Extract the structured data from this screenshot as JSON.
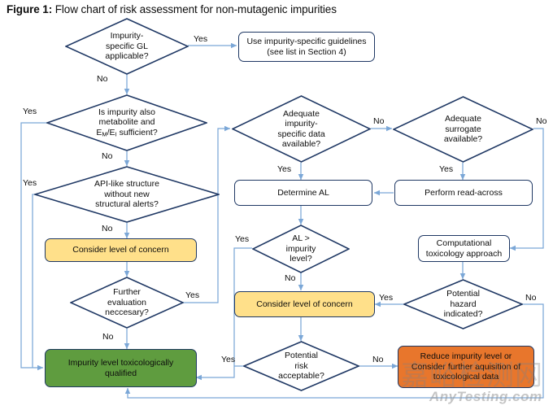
{
  "figure": {
    "label": "Figure 1:",
    "caption": "Flow chart of risk assessment for non-mutagenic impurities"
  },
  "colors": {
    "outline": "#1f3864",
    "connector": "#7ba7d7",
    "yellow": "#ffe08a",
    "green": "#5f9c3f",
    "orange": "#e8762c",
    "white": "#ffffff",
    "text": "#0d0d0d"
  },
  "nodes": {
    "impurity_gl": {
      "type": "decision",
      "text": "Impurity-specific GL applicable?"
    },
    "use_guidelines": {
      "type": "process",
      "text": "Use impurity-specific guidelines (see list in Section 4)"
    },
    "is_metabolite": {
      "type": "decision",
      "text": "Is impurity also metabolite and EM/EI sufficient?"
    },
    "api_like": {
      "type": "decision",
      "text": "API-like structure without new structural alerts?"
    },
    "consider_concern_left": {
      "type": "process",
      "text": "Consider level of concern"
    },
    "further_evaluation": {
      "type": "decision",
      "text": "Further evaluation neccesary?"
    },
    "qualified": {
      "type": "process",
      "text": "Impurity level toxicologically qualified"
    },
    "adequate_impurity_data": {
      "type": "decision",
      "text": "Adequate impurity-specific data available?"
    },
    "adequate_surrogate": {
      "type": "decision",
      "text": "Adequate surrogate available?"
    },
    "determine_al": {
      "type": "process",
      "text": "Determine AL"
    },
    "perform_read_across": {
      "type": "process",
      "text": "Perform read-across"
    },
    "al_vs_impurity": {
      "type": "decision",
      "text": "AL > impurity level?"
    },
    "consider_concern_mid": {
      "type": "process",
      "text": "Consider level of concern"
    },
    "computational_tox": {
      "type": "process",
      "text": "Computational toxicology approach"
    },
    "potential_hazard": {
      "type": "decision",
      "text": "Potential hazard indicated?"
    },
    "potential_risk": {
      "type": "decision",
      "text": "Potential risk acceptable?"
    },
    "reduce_impurity": {
      "type": "process",
      "text": "Reduce impurity level or Consider further aquisition of toxicological data"
    }
  },
  "node_lines": {
    "impurity_gl": [
      "Impurity-",
      "specific GL",
      "applicable?"
    ],
    "use_guidelines": [
      "Use impurity-specific guidelines",
      "(see list in Section 4)"
    ],
    "is_metabolite_l1": "Is impurity also",
    "is_metabolite_l2": "metabolite and",
    "is_metabolite_l3_a": "E",
    "is_metabolite_l3_sub1": "M",
    "is_metabolite_l3_b": "/E",
    "is_metabolite_l3_sub2": "I",
    "is_metabolite_l3_c": " sufficient?",
    "api_like": [
      "API-like structure",
      "without new",
      "structural alerts?"
    ],
    "consider_concern_left": [
      "Consider level of concern"
    ],
    "further_evaluation": [
      "Further",
      "evaluation",
      "neccesary?"
    ],
    "qualified": [
      "Impurity level toxicologically",
      "qualified"
    ],
    "adequate_impurity_data": [
      "Adequate",
      "impurity-",
      "specific data",
      "available?"
    ],
    "adequate_surrogate": [
      "Adequate",
      "surrogate",
      "available?"
    ],
    "determine_al": [
      "Determine AL"
    ],
    "perform_read_across": [
      "Perform read-across"
    ],
    "al_vs_impurity": [
      "AL >",
      "impurity",
      "level?"
    ],
    "consider_concern_mid": [
      "Consider level of concern"
    ],
    "computational_tox": [
      "Computational",
      "toxicology approach"
    ],
    "potential_hazard": [
      "Potential",
      "hazard",
      "indicated?"
    ],
    "potential_risk": [
      "Potential",
      "risk",
      "acceptable?"
    ],
    "reduce_impurity": [
      "Reduce impurity level or",
      "Consider further aquisition of",
      "toxicological data"
    ]
  },
  "edge_labels": {
    "gl_yes": "Yes",
    "gl_no": "No",
    "metabolite_yes": "Yes",
    "metabolite_no": "No",
    "api_yes": "Yes",
    "api_no": "No",
    "further_yes": "Yes",
    "further_no": "No",
    "impdata_no": "No",
    "impdata_yes": "Yes",
    "surrogate_no": "No",
    "surrogate_yes": "Yes",
    "al_yes": "Yes",
    "al_no": "No",
    "hazard_yes": "Yes",
    "hazard_no": "No",
    "risk_yes": "Yes",
    "risk_no": "No"
  },
  "watermark": {
    "chinese": "嘉峪检测网",
    "english": "AnyTesting.com"
  }
}
